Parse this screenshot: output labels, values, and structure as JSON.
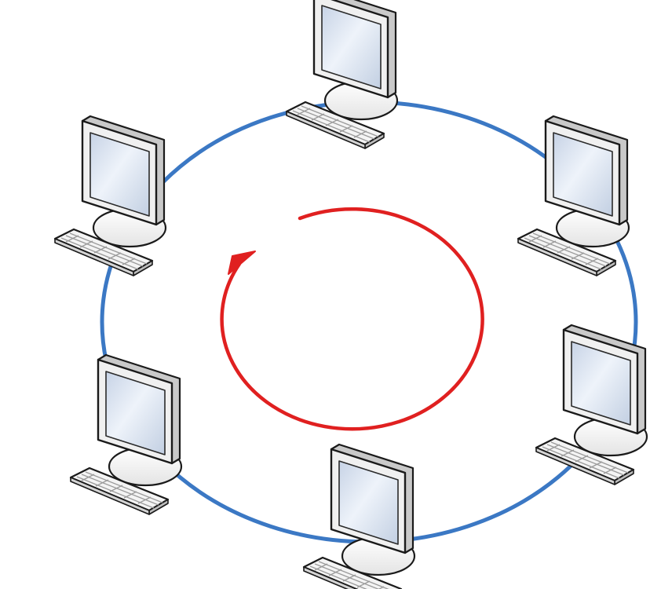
{
  "diagram": {
    "topology": "ring",
    "colors": {
      "ring": "#3b78c4",
      "flow_arrow": "#e02020",
      "monitor_body": "#f2f2f2",
      "monitor_outline": "#1a1a1a",
      "screen": "#dde6f3",
      "keyboard": "#f4f4f4"
    },
    "flow_direction": "clockwise",
    "workstation_icon": "computer-workstation-icon",
    "nodes": [
      {
        "id": "workstation-1",
        "icon": "computer-workstation-icon"
      },
      {
        "id": "workstation-2",
        "icon": "computer-workstation-icon"
      },
      {
        "id": "workstation-3",
        "icon": "computer-workstation-icon"
      },
      {
        "id": "workstation-4",
        "icon": "computer-workstation-icon"
      },
      {
        "id": "workstation-5",
        "icon": "computer-workstation-icon"
      },
      {
        "id": "workstation-6",
        "icon": "computer-workstation-icon"
      },
      {
        "id": "workstation-7",
        "icon": "computer-workstation-icon"
      }
    ]
  }
}
